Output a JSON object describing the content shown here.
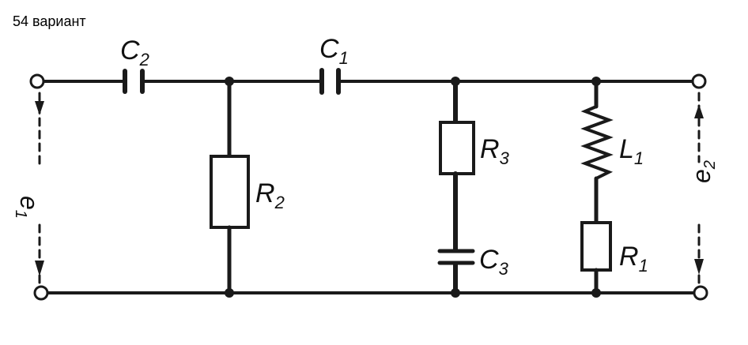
{
  "header": {
    "variant_label": "54 вариант"
  },
  "components": {
    "c2": {
      "letter": "C",
      "index": "2"
    },
    "c1": {
      "letter": "C",
      "index": "1"
    },
    "r2": {
      "letter": "R",
      "index": "2"
    },
    "r3": {
      "letter": "R",
      "index": "3"
    },
    "c3": {
      "letter": "C",
      "index": "3"
    },
    "l1": {
      "letter": "L",
      "index": "1"
    },
    "r1": {
      "letter": "R",
      "index": "1"
    }
  },
  "signals": {
    "input": {
      "letter": "e",
      "index": "1"
    },
    "output": {
      "letter": "e",
      "index": "2"
    }
  }
}
